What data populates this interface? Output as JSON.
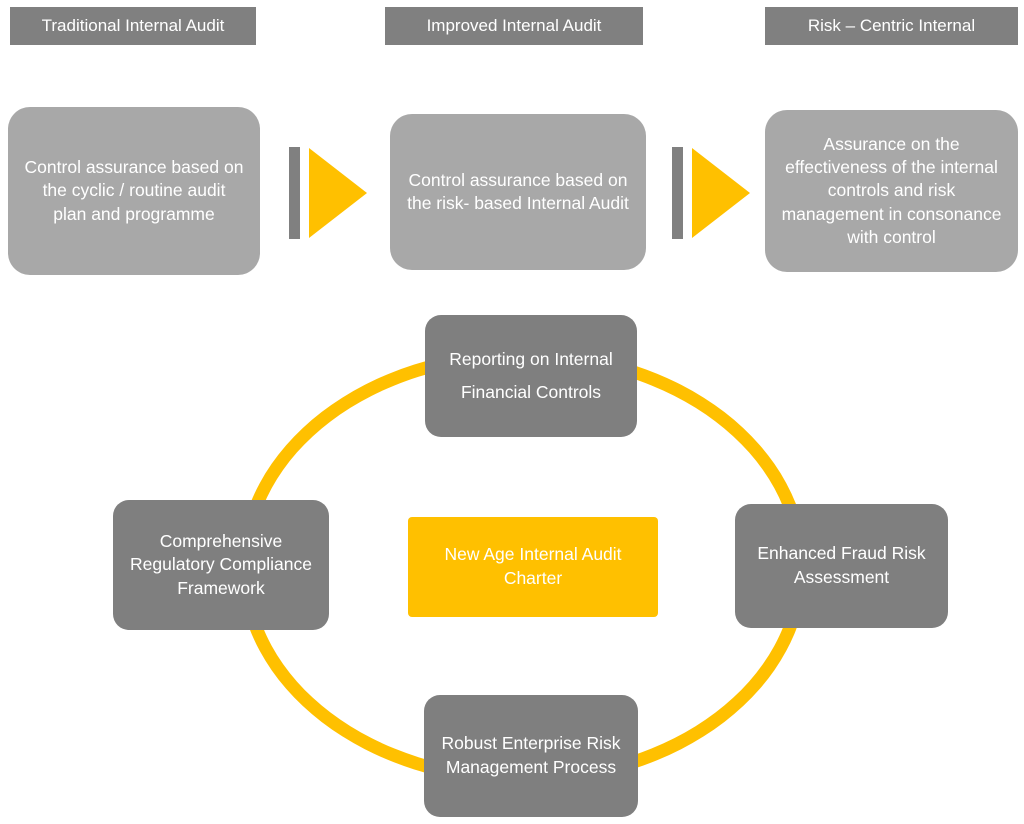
{
  "colors": {
    "header_gray": "#808080",
    "stage_gray": "#a8a8a8",
    "node_gray": "#7f7f7f",
    "amber": "#FFC000",
    "text_white": "#ffffff"
  },
  "headers": [
    {
      "label": "Traditional Internal Audit"
    },
    {
      "label": "Improved Internal Audit"
    },
    {
      "label": "Risk – Centric Internal"
    }
  ],
  "stages": [
    {
      "text": "Control assurance based on the cyclic / routine audit plan and programme"
    },
    {
      "text": "Control assurance based on the risk- based Internal Audit"
    },
    {
      "text": "Assurance on the effectiveness of the internal controls and risk management in consonance with control"
    }
  ],
  "arrows": [
    {
      "name": "arrow-traditional-to-improved",
      "direction": "right"
    },
    {
      "name": "arrow-improved-to-risk-centric",
      "direction": "right"
    }
  ],
  "cycle": {
    "center": {
      "text": "New Age Internal Audit Charter"
    },
    "nodes": [
      {
        "position": "top",
        "text": "Reporting on Internal Financial Controls"
      },
      {
        "position": "right",
        "text": "Enhanced Fraud Risk Assessment"
      },
      {
        "position": "bottom",
        "text": "Robust Enterprise Risk Management Process"
      },
      {
        "position": "left",
        "text": "Comprehensive Regulatory Compliance Framework"
      }
    ]
  }
}
